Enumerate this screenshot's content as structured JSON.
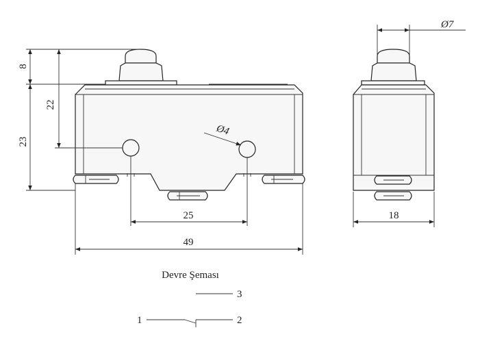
{
  "title": "Devre Şeması",
  "dimensions": {
    "plunger_height": "8",
    "plunger_to_hole": "22",
    "body_height": "23",
    "hole_spacing": "25",
    "total_width": "49",
    "hole_diameter": "Ø4",
    "plunger_diameter": "Ø7",
    "side_width": "18"
  },
  "circuit": {
    "terminal_1": "1",
    "terminal_2": "2",
    "terminal_3": "3"
  }
}
